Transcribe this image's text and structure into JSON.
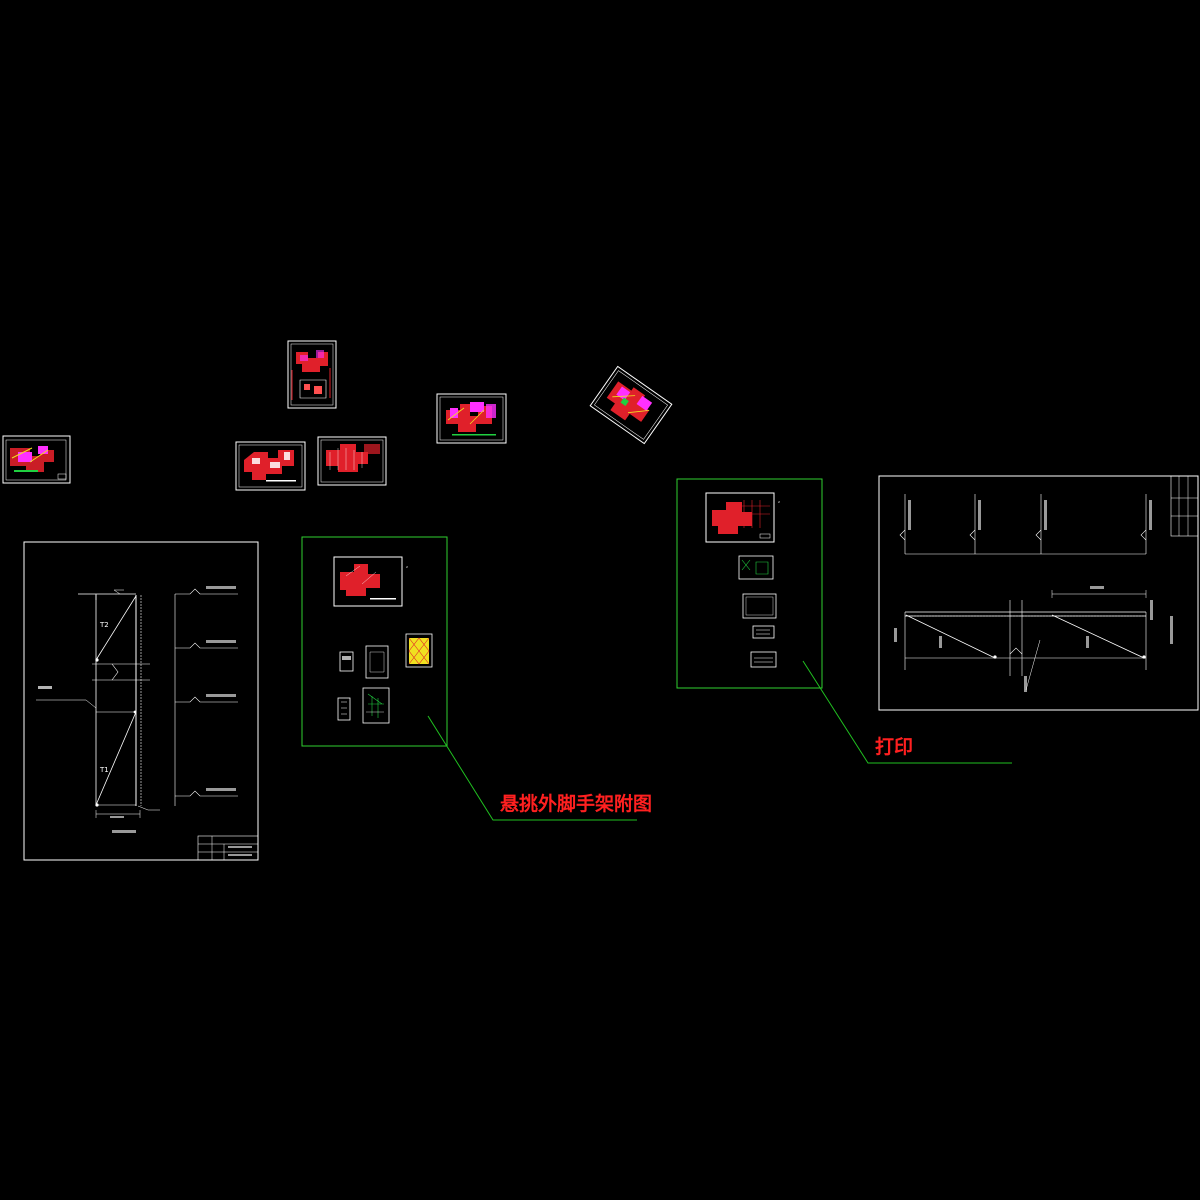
{
  "labels": {
    "scaffold_drawings": "悬挑外脚手架附图",
    "print": "打印"
  },
  "colors": {
    "background": "#000000",
    "sheet_border": "#ffffff",
    "highlight_frame": "#30d030",
    "leader_line": "#20c020",
    "annotation_text": "#ff2020",
    "plan_red": "#e0202a",
    "plan_magenta": "#ff30ff",
    "plan_yellow": "#f0e020",
    "plan_green": "#20d040"
  },
  "sheet_elevation_left": {
    "markers": [
      "T2",
      "T1"
    ]
  }
}
